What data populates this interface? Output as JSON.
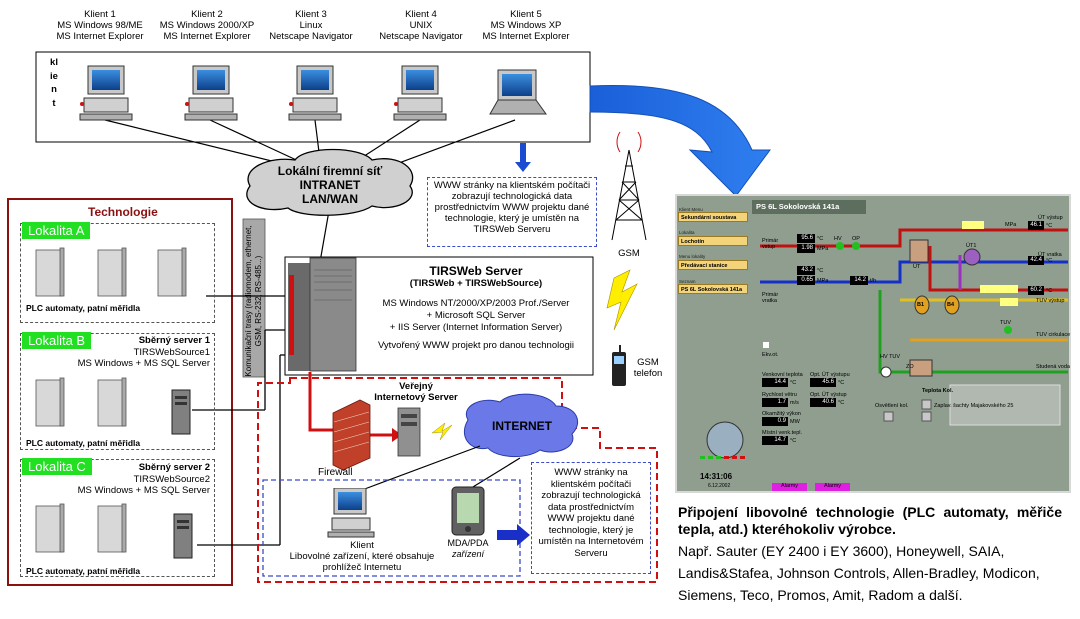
{
  "clients": [
    {
      "name": "Klient 1",
      "os": "MS Windows 98/ME",
      "browser": "MS Internet Explorer"
    },
    {
      "name": "Klient 2",
      "os": "MS Windows 2000/XP",
      "browser": "MS Internet Explorer"
    },
    {
      "name": "Klient 3",
      "os": "Linux",
      "browser": "Netscape Navigator"
    },
    {
      "name": "Klient 4",
      "os": "UNIX",
      "browser": "Netscape Navigator"
    },
    {
      "name": "Klient 5",
      "os": "MS Windows XP",
      "browser": "MS Internet Explorer"
    }
  ],
  "klient_vertical": "klient",
  "network": {
    "line1": "Lokální firemní síť",
    "line2": "INTRANET",
    "line3": "LAN/WAN"
  },
  "www_note_top": "WWW stránky na klientském počítači zobrazují technologická data prostřednictvím WWW projektu dané technologie, který je umístěn na TIRSWeb Serveru",
  "gsm": {
    "label": "GSM",
    "phone": "GSM\ntelefon"
  },
  "technologie": {
    "title": "Technologie",
    "lokality": [
      {
        "name": "Lokalita A",
        "plc": "PLC automaty, patní měřidla"
      },
      {
        "name": "Lokalita B",
        "plc": "PLC automaty, patní měřidla",
        "server_title": "Sběrný server 1",
        "server_sw": "TIRSWebSource1",
        "server_os": "MS Windows + MS SQL Server"
      },
      {
        "name": "Lokalita C",
        "plc": "PLC automaty, patní měřidla",
        "server_title": "Sběrný server 2",
        "server_sw": "TIRSWebSource2",
        "server_os": "MS Windows + MS SQL Server"
      }
    ]
  },
  "komunikacni": "Komunikační trasy (radiomodem, ethernet, GSM, RS-232, RS-485...)",
  "tirs": {
    "title": "TIRSWeb Server",
    "subtitle": "(TIRSWeb + TIRSWebSource)",
    "l1": "MS Windows NT/2000/XP/2003 Prof./Server",
    "l2": "+ Microsoft SQL Server",
    "l3": "+ IIS Server (Internet Information Server)",
    "l4": "Vytvořený WWW projekt pro danou technologii"
  },
  "public_server": {
    "l1": "Veřejný",
    "l2": "Internetový Server"
  },
  "internet": "INTERNET",
  "firewall": "Firewall",
  "bottom_client": {
    "title": "Klient",
    "desc": "Libovolné zařízení, které obsahuje prohlížeč Internetu"
  },
  "pda": {
    "l1": "MDA/PDA",
    "l2": "zařízení"
  },
  "www_note_bottom": "WWW stránky na klientském počítači zobrazují technologická data prostřednictvím WWW projektu dané technologie, který je umístěn na Internetovém Serveru",
  "scada": {
    "title": "PS 6L Sokolovská 141a",
    "menus": [
      {
        "label": "Klient Menu",
        "value": "Sekundární soustava"
      },
      {
        "label": "Lokalita",
        "value": "Lochotín"
      },
      {
        "label": "Menu lokality",
        "value": "Předávací stanice"
      },
      {
        "label": "Seznam",
        "value": "PS 6L Sokolovská 141a"
      }
    ],
    "ut_vystup": "ÚT výstup",
    "ut_vratka": "ÚT vratka",
    "tuv": "TUV",
    "tuv_vystup": "TUV výstup",
    "tuv_cirk": "TUV cirkulace",
    "studena": "Studená voda",
    "primar_vstup": "Primár vstup",
    "primar_vratka": "Primár vratka",
    "values": {
      "v1": "95.6",
      "v2": "1.98",
      "v3": "43.2",
      "v4": "0.65",
      "v5": "14.2",
      "v6": "46.1",
      "v7": "42.4",
      "v8": "60.2",
      "v9": "14.4",
      "v10": "45.6",
      "v11": "1.7",
      "v12": "40.6",
      "v13": "0.9",
      "v14": "14.7"
    },
    "units": {
      "c": "°C",
      "mpa": "MPa",
      "th": "t/h",
      "ms": "m/s",
      "mw": "MW"
    },
    "time": "14:31:06",
    "date": "6.12.2002",
    "alarm": "Alarmy",
    "ut1": "ÚT1",
    "ut": "ÚT",
    "b1": "B1",
    "b4": "B4",
    "zo": "ZO",
    "hv_tuv": "HV TUV",
    "hv": "HV",
    "op": "OP",
    "ekv": "Ekv.ot.",
    "vnejsi": "Venkovní teplota",
    "opt_ut": "Opt. ÚT výstupu",
    "rychlost": "Rychlost větru",
    "opt_ut2": "Opt. ÚT výstup",
    "okamzity": "Okamžitý výkon",
    "mistni": "Místní venk.tepl.",
    "teplota_kol": "Teplota Kol.",
    "osvetleni": "Osvětlení kol.",
    "zaplav": "Zaplav. šachty Majakovského 25"
  },
  "caption": {
    "bold": "Připojení libovolné technologie (PLC automaty, měřiče tepla, atd.) kteréhokoliv výrobce.",
    "normal": "Např. Sauter (EY 2400 i EY 3600), Honeywell, SAIA, Landis&Stafea, Johnson Controls, Allen-Bradley, Modicon, Siemens, Teco, Promos, Amit, Radom a další."
  },
  "colors": {
    "red": "#d01010",
    "blue": "#1a5fd8",
    "green": "#21e021",
    "scada_bg": "#8f9e8f",
    "maroon": "#8b1010"
  }
}
